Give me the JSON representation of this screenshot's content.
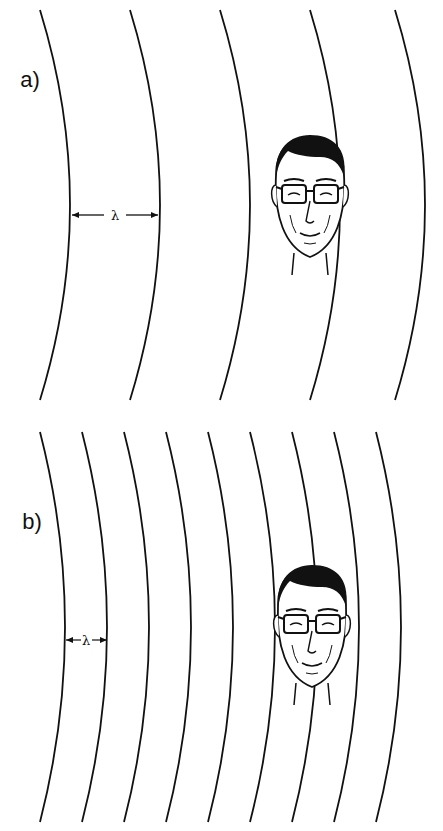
{
  "diagram": {
    "labels": [
      "a)",
      "λ",
      "b)",
      "λ"
    ]
  }
}
